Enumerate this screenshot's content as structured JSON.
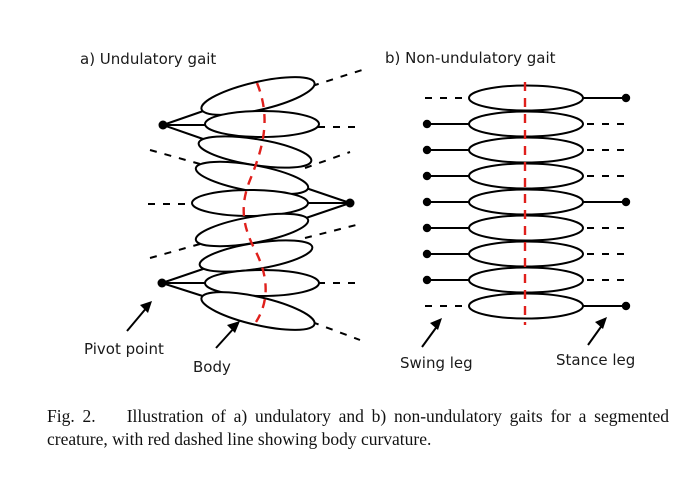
{
  "panel_a": {
    "title": "a) Undulatory gait",
    "pivot_label": "Pivot point",
    "body_label": "Body"
  },
  "panel_b": {
    "title": "b) Non-undulatory gait",
    "swing_label": "Swing leg",
    "stance_label": "Stance leg"
  },
  "caption": {
    "label": "Fig. 2.",
    "text": "Illustration of a) undulatory and b) non-undulatory gaits for a segmented creature, with red dashed line showing body curvature."
  },
  "colors": {
    "curvature_line": "#e0201c",
    "ink": "#000000"
  }
}
